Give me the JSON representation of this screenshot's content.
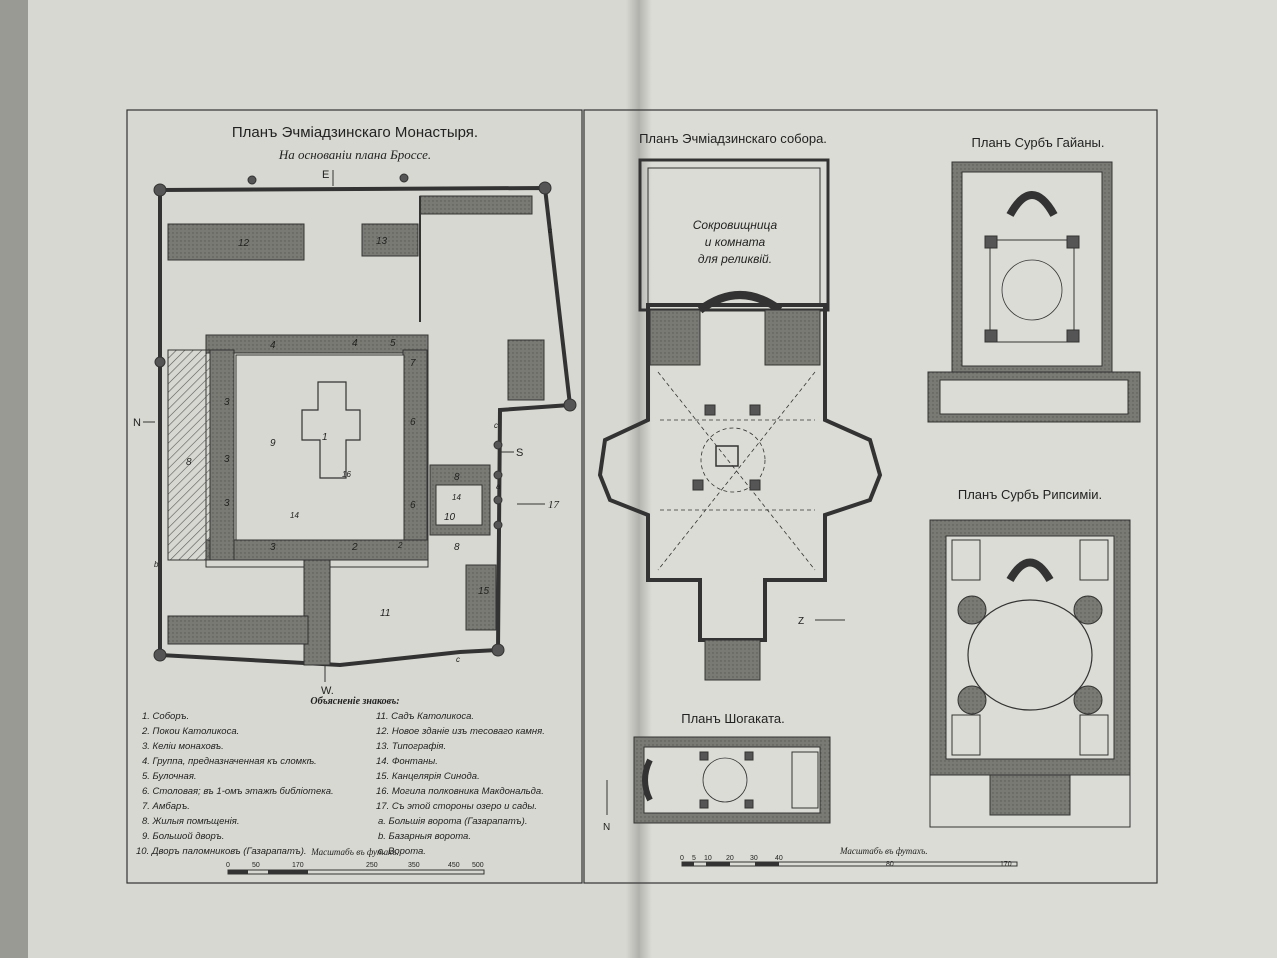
{
  "left": {
    "title": "Планъ Эчміадзинскаго Монастыря.",
    "subtitle": "На основаніи плана Броссе.",
    "compass": {
      "e": "E",
      "n": "N",
      "s": "S",
      "w": "W."
    },
    "room_numbers": [
      "12",
      "13",
      "4",
      "4",
      "5",
      "7",
      "3",
      "3",
      "3",
      "6",
      "6",
      "8",
      "9",
      "1",
      "16",
      "14",
      "14",
      "10",
      "3",
      "2",
      "2",
      "8",
      "11",
      "15",
      "8"
    ],
    "side_letters": [
      "c",
      "c",
      "a",
      "b",
      "c"
    ],
    "arrow_17": "17",
    "legend_title": "Объясненіе знаковъ:",
    "legend_col1": [
      "1. Соборъ.",
      "2. Покои Католикоса.",
      "3. Келіи монаховъ.",
      "4. Группа, предназначенная къ сломкѣ.",
      "5. Булочная.",
      "6. Столовая; въ 1-омъ этажѣ библіотека.",
      "7. Амбаръ.",
      "8. Жилыя помѣщенія.",
      "9. Большой дворъ.",
      "10. Дворъ паломниковъ (Газарапатъ)."
    ],
    "legend_col2": [
      "11. Садъ Католикоса.",
      "12. Новое зданіе изъ тесоваго камня.",
      "13. Типографія.",
      "14. Фонтаны.",
      "15. Канцелярія Синода.",
      "16. Могила полковника Макдональда.",
      "17. Съ этой стороны озеро и сады.",
      "a. Большія ворота (Газарапатъ).",
      "b. Базарныя ворота.",
      "c. Ворота."
    ],
    "scale_title": "Масштабъ въ футахъ.",
    "scale_ticks": [
      "0",
      "50",
      "170",
      "250",
      "350",
      "450",
      "500"
    ]
  },
  "right": {
    "cathedral_title": "Планъ Эчміадзинскаго собора.",
    "treasury_label": [
      "Сокровищница",
      "и комната",
      "для реликвій."
    ],
    "north_arrow": "N",
    "z_arrow": "Z",
    "gayane_title": "Планъ Сурбъ Гайаны.",
    "hripsime_title": "Планъ Сурбъ Рипсиміи.",
    "shoghakat_title": "Планъ Шогаката.",
    "scale_title": "Масштабъ въ футахъ.",
    "scale_ticks": [
      "0",
      "5",
      "10",
      "20",
      "30",
      "40",
      "80",
      "170"
    ]
  },
  "colors": {
    "paper": "#d8d8d2",
    "ink": "#222222",
    "wall": "#6a6a66",
    "hatch": "#555555"
  }
}
